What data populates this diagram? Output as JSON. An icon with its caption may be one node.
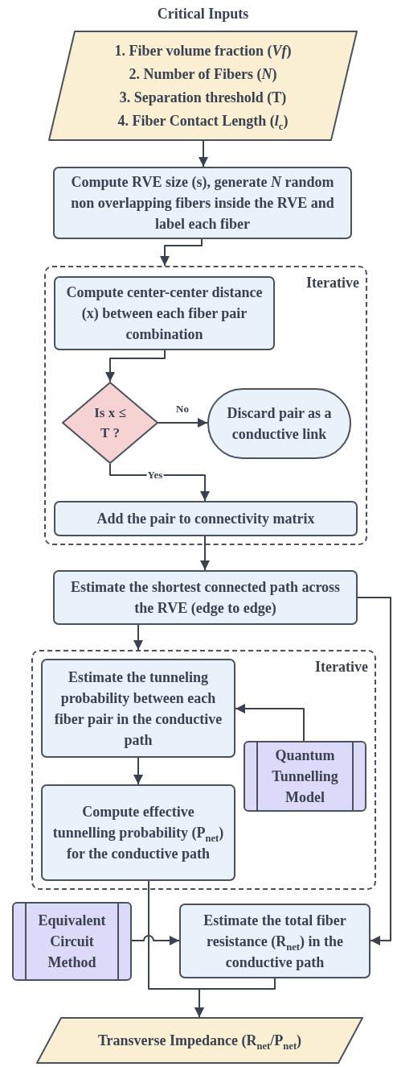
{
  "diagram": {
    "nodes": [
      {
        "text": [
          "Critical Inputs",
          "1. Fiber volume fraction (*Vf*)",
          "2. Number of Fibers (*N*)",
          "3. Separation threshold (T)",
          "4. Fiber Contact Length (*l*$_{c}$)"
        ]
      },
      {
        "text": [
          "Compute RVE size (s), generate *N* random non overlapping fibers inside the RVE and label each fiber"
        ]
      },
      {
        "text": [
          "Iterative"
        ]
      },
      {
        "text": [
          "Compute center-center distance (x) between each fiber pair combination"
        ],
        "in": 2
      },
      {
        "text": [
          "Is x ≤ T ?"
        ],
        "in": 2
      },
      {
        "text": [
          "Discard pair as a conductive link"
        ],
        "in": 2
      },
      {
        "text": [
          "Add the pair to connectivity matrix"
        ],
        "in": 2
      },
      {
        "text": [
          "Estimate the shortest connected path across the RVE (edge to edge)"
        ]
      },
      {
        "text": [
          "Iterative"
        ]
      },
      {
        "text": [
          "Estimate the tunneling probability between each fiber pair in the conductive path"
        ],
        "in": 8
      },
      {
        "text": [
          "Quantum Tunnelling Model"
        ],
        "in": 8
      },
      {
        "text": [
          "Compute effective tunnelling probability (P$_{net}$) for the conductive path"
        ],
        "in": 8
      },
      {
        "text": [
          "Equivalent Circuit Method"
        ]
      },
      {
        "text": [
          "Estimate the total fiber resistance (R$_{net}$) in the conductive path"
        ]
      },
      {
        "text": [
          "Transverse Impedance (R$_{net}$/P$_{net}$)"
        ]
      }
    ],
    "edges": [
      {
        "from": 0,
        "to": 1,
        "arrow": "to"
      },
      {
        "from": 1,
        "to": 2,
        "arrow": "to"
      },
      {
        "from": 3,
        "to": 4,
        "arrow": "to"
      },
      {
        "from": 4,
        "to": 5,
        "arrow": "to",
        "label": "No"
      },
      {
        "from": 4,
        "to": 6,
        "arrow": "to",
        "label": "Yes"
      },
      {
        "from": 6,
        "to": 7,
        "arrow": "to"
      },
      {
        "from": 7,
        "to": 8,
        "arrow": "to"
      },
      {
        "from": 10,
        "to": 9,
        "arrow": "to"
      },
      {
        "from": 9,
        "to": 11,
        "arrow": "to"
      },
      {
        "from": 11,
        "to": 14,
        "arrow": "to"
      },
      {
        "from": 13,
        "to": 14,
        "arrow": "to"
      },
      {
        "from": 12,
        "to": 13,
        "arrow": "to"
      },
      {
        "from": 7,
        "to": 13,
        "arrow": "to"
      }
    ]
  }
}
